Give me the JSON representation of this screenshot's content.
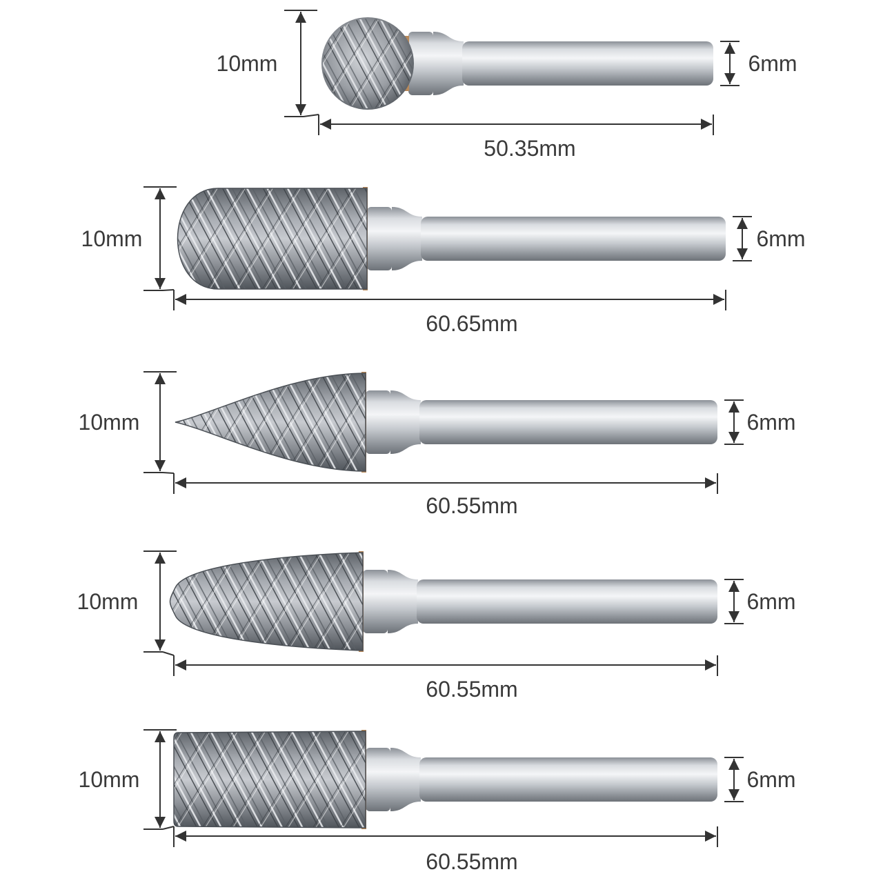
{
  "burrs": [
    {
      "shape": "ball",
      "head_diameter": "10mm",
      "shank_diameter": "6mm",
      "total_length": "50.35mm"
    },
    {
      "shape": "cylinder-ball-nose",
      "head_diameter": "10mm",
      "shank_diameter": "6mm",
      "total_length": "60.65mm"
    },
    {
      "shape": "pointed-tree",
      "head_diameter": "10mm",
      "shank_diameter": "6mm",
      "total_length": "60.55mm"
    },
    {
      "shape": "tree-radius-end",
      "head_diameter": "10mm",
      "shank_diameter": "6mm",
      "total_length": "60.55mm"
    },
    {
      "shape": "cylinder",
      "head_diameter": "10mm",
      "shank_diameter": "6mm",
      "total_length": "60.55mm"
    }
  ],
  "colors": {
    "background": "#ffffff",
    "steel_light": "#e9ebee",
    "steel_mid": "#b4b8be",
    "steel_dark": "#6e737a",
    "carbide": "#8a8e94",
    "braze": "#b8895a",
    "dimension_line": "#333333",
    "text": "#3a3a3a"
  }
}
